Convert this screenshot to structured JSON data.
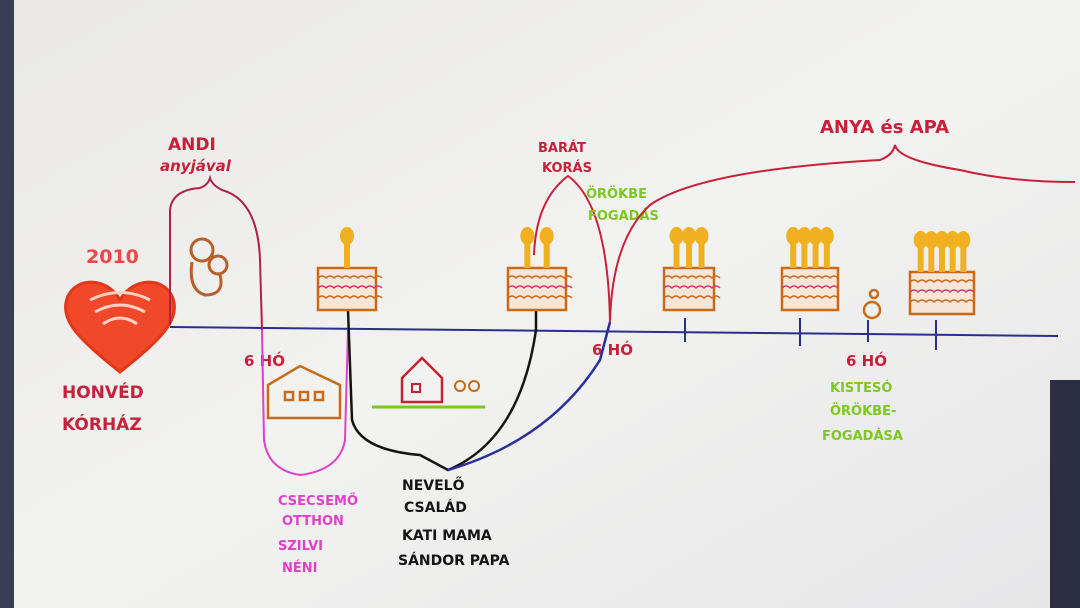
{
  "title_year": "2010",
  "birth": {
    "line1": "HONVÉD",
    "line2": "KÓRHÁZ"
  },
  "andi": {
    "name": "ANDI",
    "sub": "anyjával"
  },
  "six_months_labels": [
    "6 HÓ",
    "6 HÓ",
    "6 HÓ"
  ],
  "infant_home": {
    "line1": "CSECSEMŐ",
    "line2": "OTTHON",
    "line3": "SZILVI",
    "line4": "NÉNI"
  },
  "foster": {
    "line1": "NEVELŐ",
    "line2": "CSALÁD",
    "line3": "KATI MAMA",
    "line4": "SÁNDOR PAPA"
  },
  "friendship": {
    "line1": "BARÁT",
    "line2": "KORÁS"
  },
  "adoption": {
    "line1": "ÖRÖKBE",
    "line2": "FOGADÁS"
  },
  "parents": "ANYA és APA",
  "sibling": {
    "line1": "KISTESÓ",
    "line2": "ÖRÖKBE-",
    "line3": "FOGADÁSA"
  },
  "colors": {
    "timeline": "#2a2f8a",
    "red": "#c8203a",
    "pink": "#e040c8",
    "green": "#7cc820",
    "orange": "#c86a18",
    "candle": "#f0b020",
    "heart": "#f04828",
    "black": "#151515"
  },
  "cakes_candles": [
    1,
    2,
    3,
    4,
    5
  ]
}
